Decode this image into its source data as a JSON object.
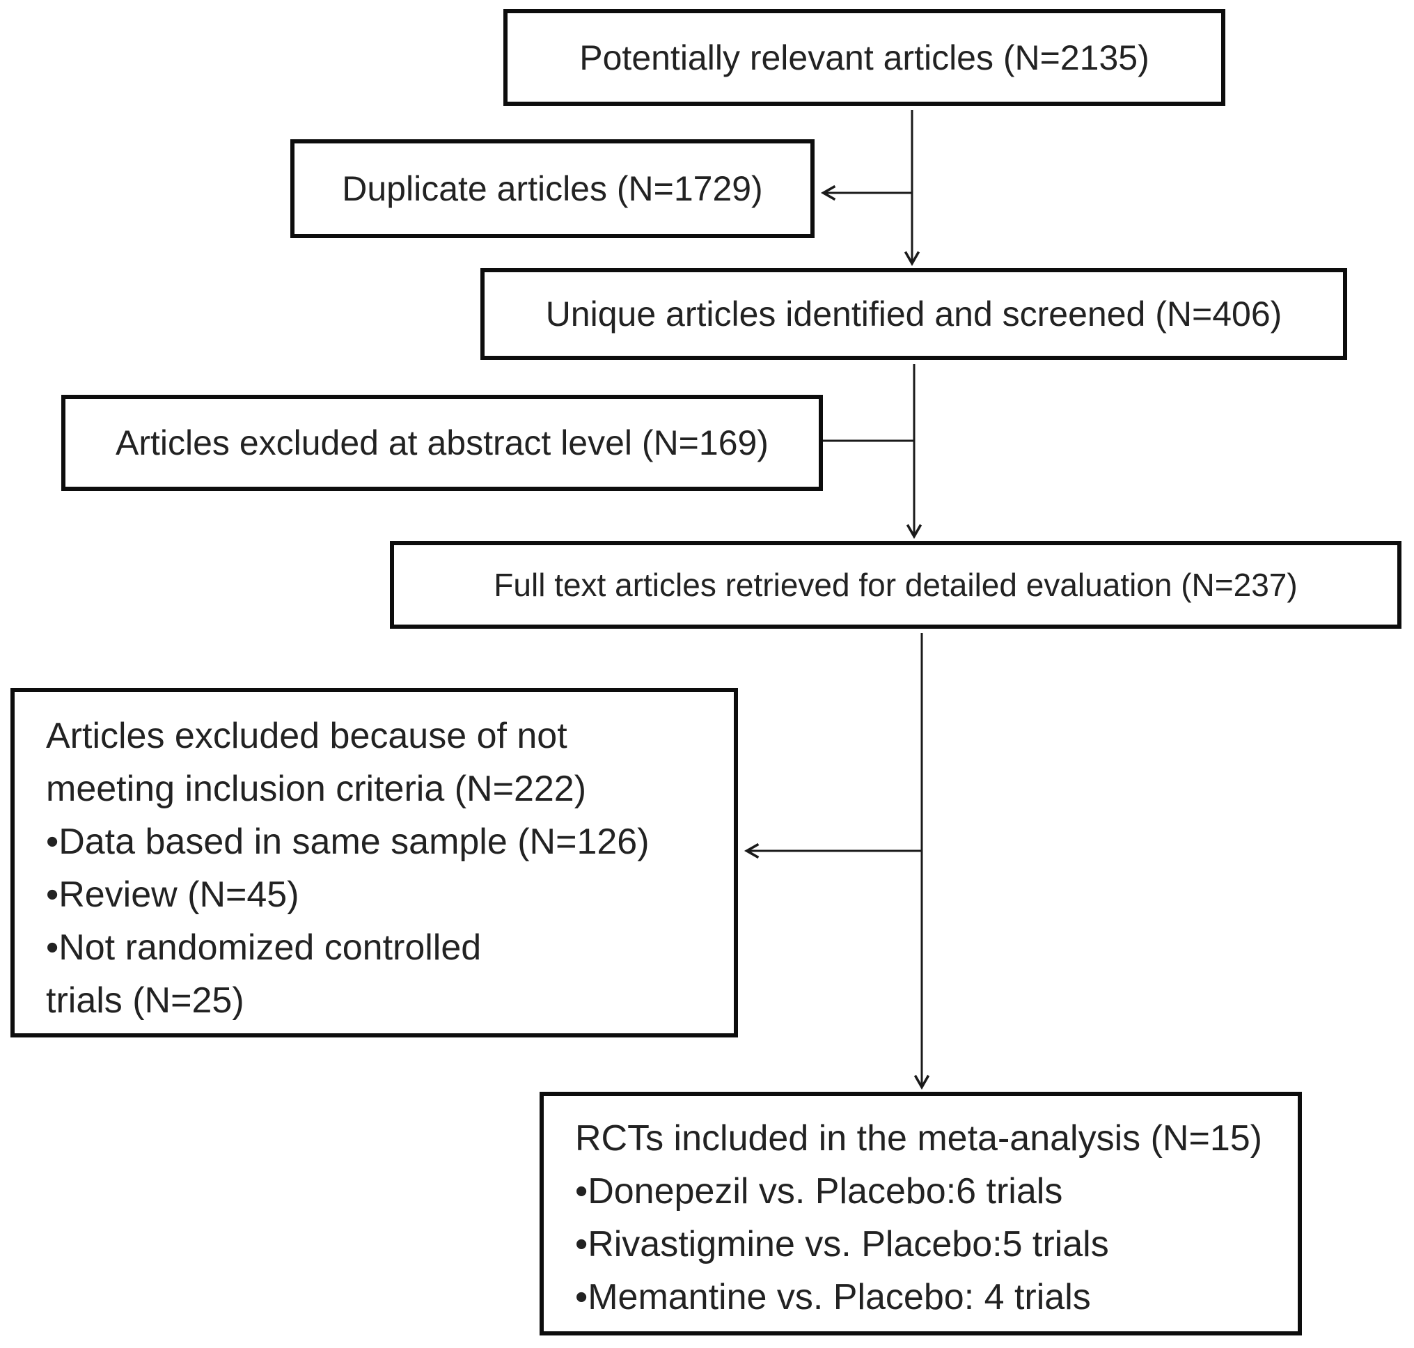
{
  "diagram": {
    "boxes": {
      "potentially_relevant": {
        "text": "Potentially relevant articles (N=2135)"
      },
      "duplicate_articles": {
        "text": "Duplicate articles (N=1729)"
      },
      "unique_screened": {
        "text": "Unique articles identified and screened (N=406)"
      },
      "excluded_abstract": {
        "text": "Articles excluded at abstract level (N=169)"
      },
      "full_text_retrieved": {
        "text": "Full text articles retrieved for detailed evaluation (N=237)"
      },
      "excluded_criteria": {
        "lines": [
          "Articles excluded because of not",
          "meeting inclusion criteria (N=222)",
          "•Data based in same sample (N=126)",
          "•Review (N=45)",
          "•Not randomized controlled",
          "trials (N=25)"
        ]
      },
      "rcts_included": {
        "lines": [
          "RCTs included in the meta-analysis (N=15)",
          "•Donepezil vs. Placebo:6 trials",
          "•Rivastigmine vs. Placebo:5 trials",
          "•Memantine vs. Placebo: 4 trials"
        ]
      }
    },
    "colors": {
      "background": "#ffffff",
      "box_border": "#0d0d0d",
      "text": "#222222",
      "connector": "#1a1a1a"
    }
  }
}
